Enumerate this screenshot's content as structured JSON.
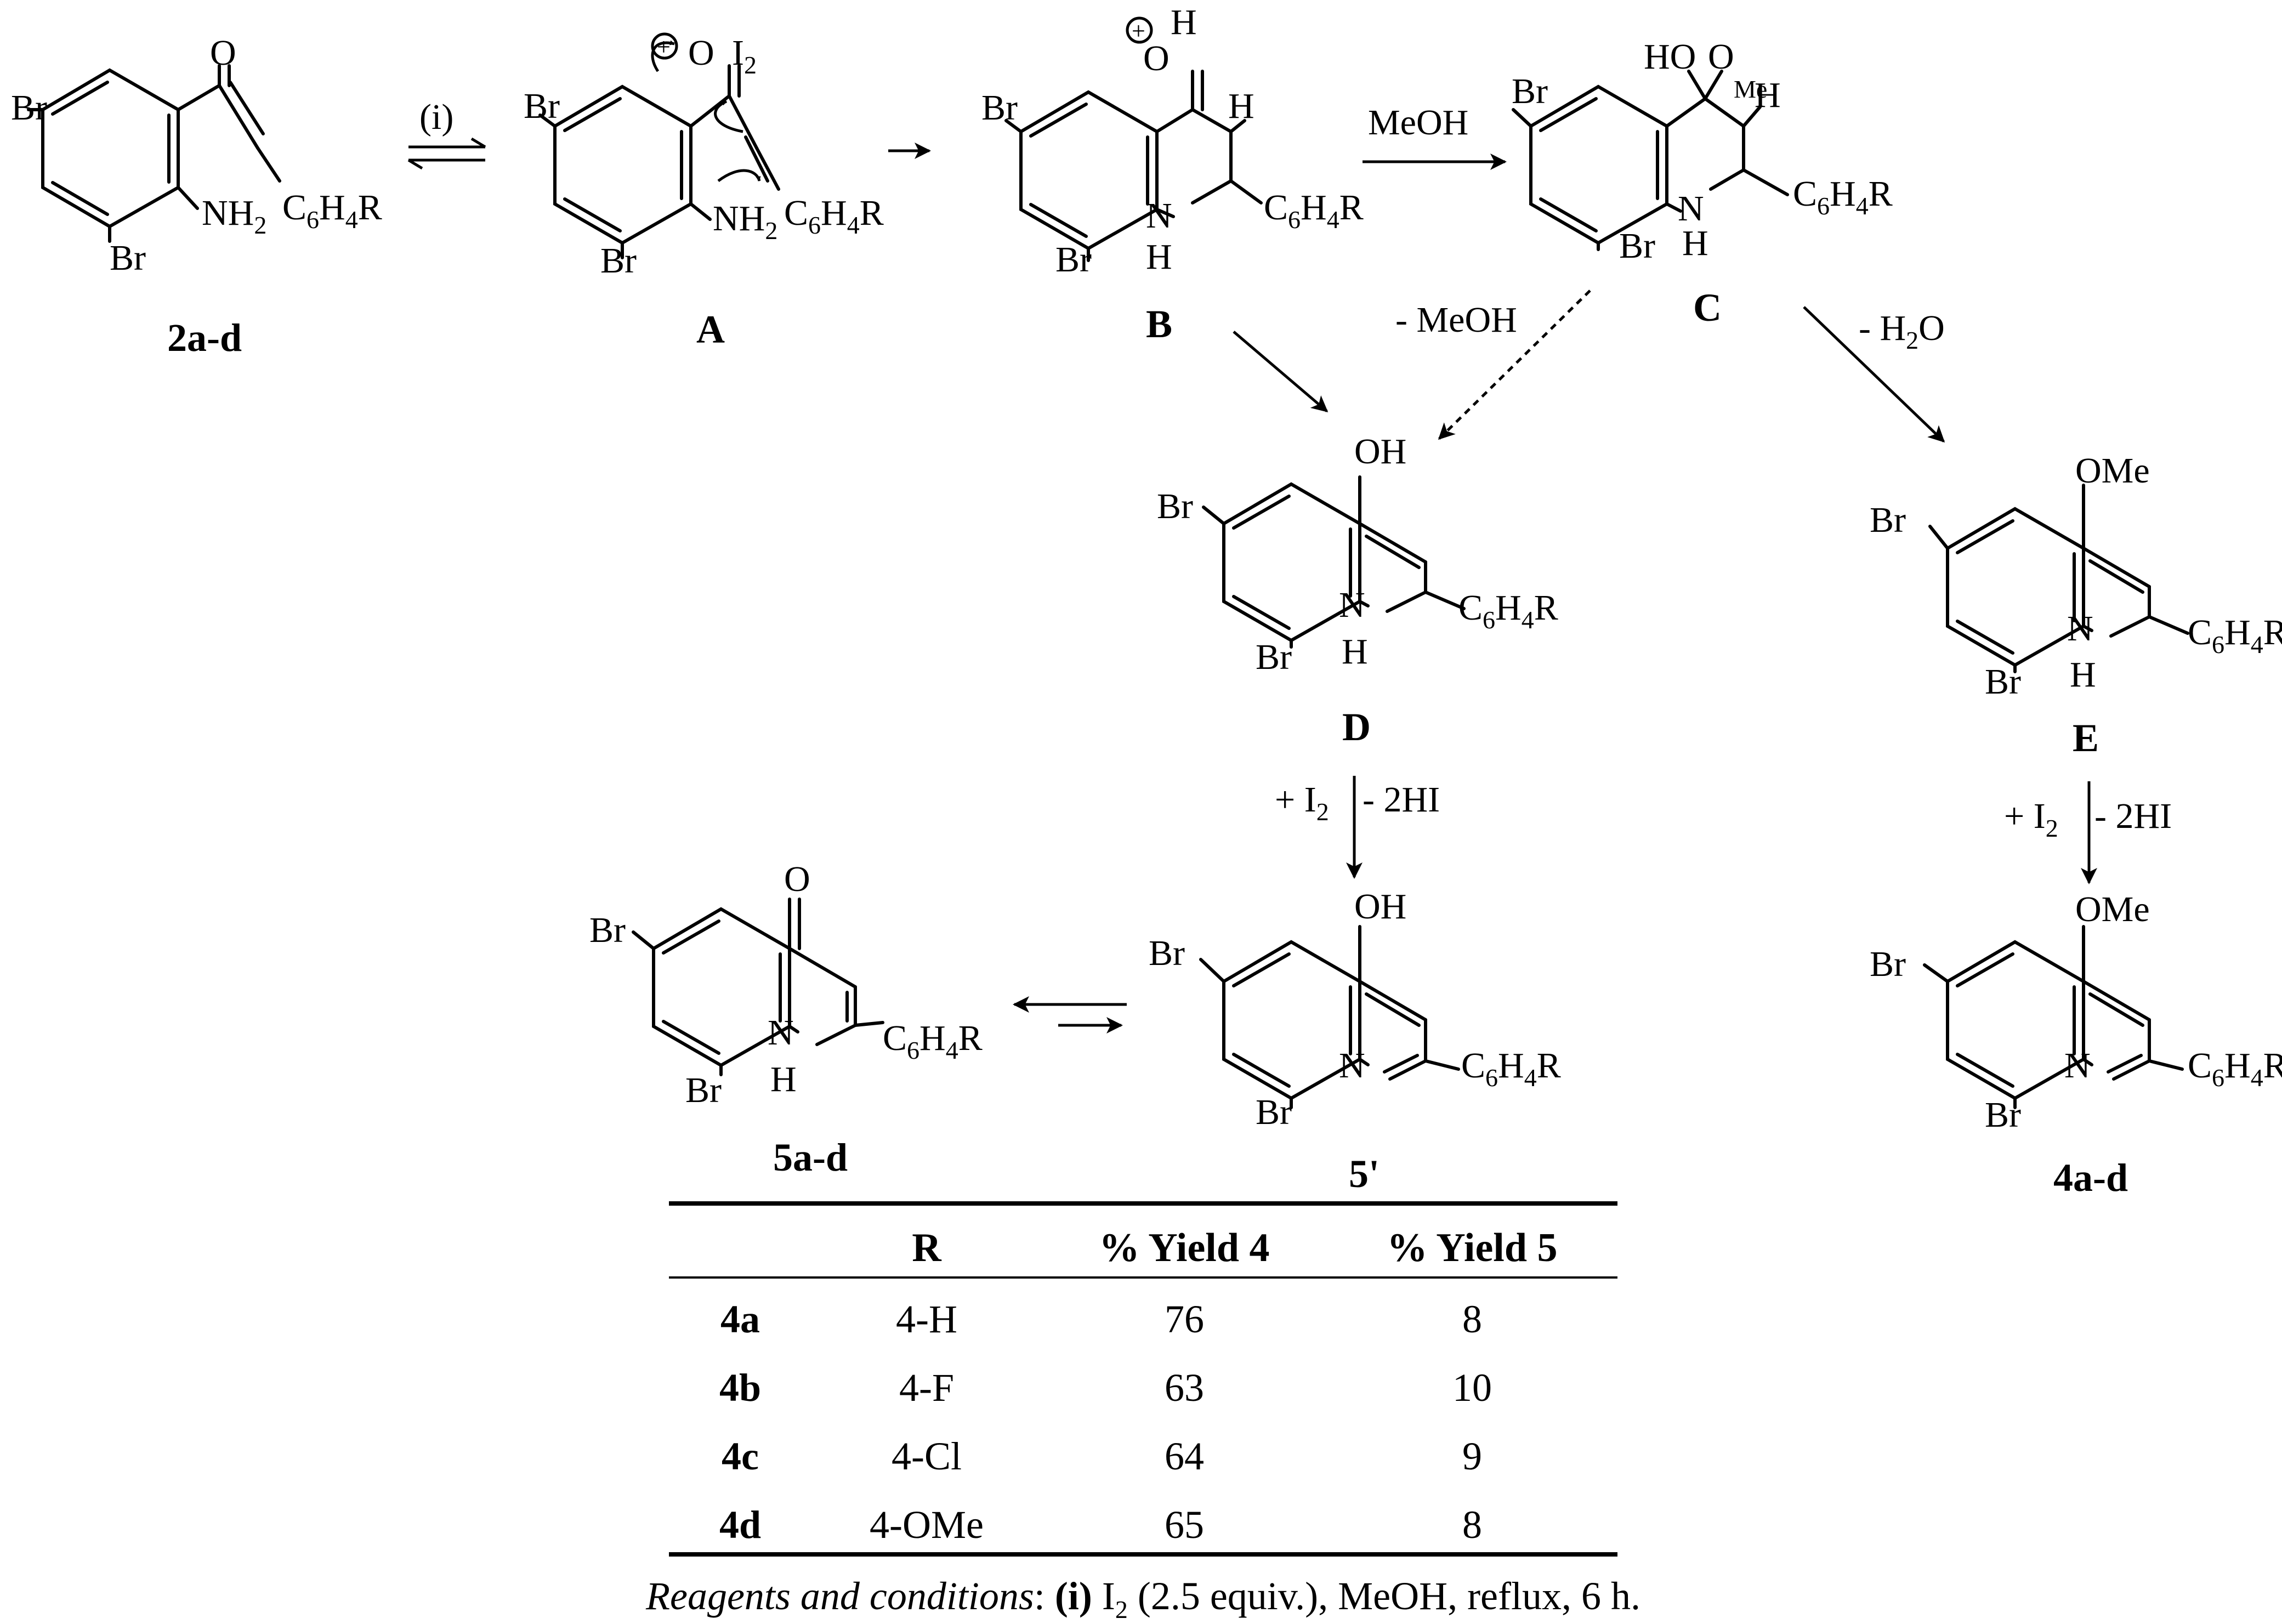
{
  "atoms": {
    "br": "Br",
    "o": "O",
    "h": "H",
    "n": "N",
    "nh2": "NH",
    "nh2_sub": "2",
    "c": "C",
    "c6_sub": "6",
    "h4": "H",
    "h4_sub": "4",
    "r": "R",
    "i": "I",
    "i2_sub": "2",
    "oh": "OH",
    "ho": "HO",
    "ome": "OMe",
    "me": "Me",
    "plus": "+"
  },
  "compounds": {
    "start": "2a-d",
    "a": "A",
    "b": "B",
    "c": "C",
    "d": "D",
    "e": "E",
    "five": "5a-d",
    "five_prime": "5'",
    "four": "4a-d"
  },
  "reagents": {
    "step_i": "(i)",
    "meoh": "MeOH",
    "minus_meoh": "- MeOH",
    "minus_h2o": "- H",
    "minus_h2o_sub": "2",
    "minus_h2o_tail": "O",
    "plus_i2": "+ I",
    "plus_i2_sub": "2",
    "minus_2hi": "- 2HI"
  },
  "table": {
    "headers": [
      "",
      "R",
      "% Yield 4",
      "% Yield 5"
    ],
    "rows": [
      [
        "4a",
        "4-H",
        "76",
        "8"
      ],
      [
        "4b",
        "4-F",
        "63",
        "10"
      ],
      [
        "4c",
        "4-Cl",
        "64",
        "9"
      ],
      [
        "4d",
        "4-OMe",
        "65",
        "8"
      ]
    ]
  },
  "footnote": {
    "label": "Reagents and conditions",
    "colon": ": ",
    "step": "(i)",
    "reagent": " I",
    "reagent_sub": "2",
    "rest": " (2.5 equiv.), MeOH, reflux, 6 h."
  }
}
